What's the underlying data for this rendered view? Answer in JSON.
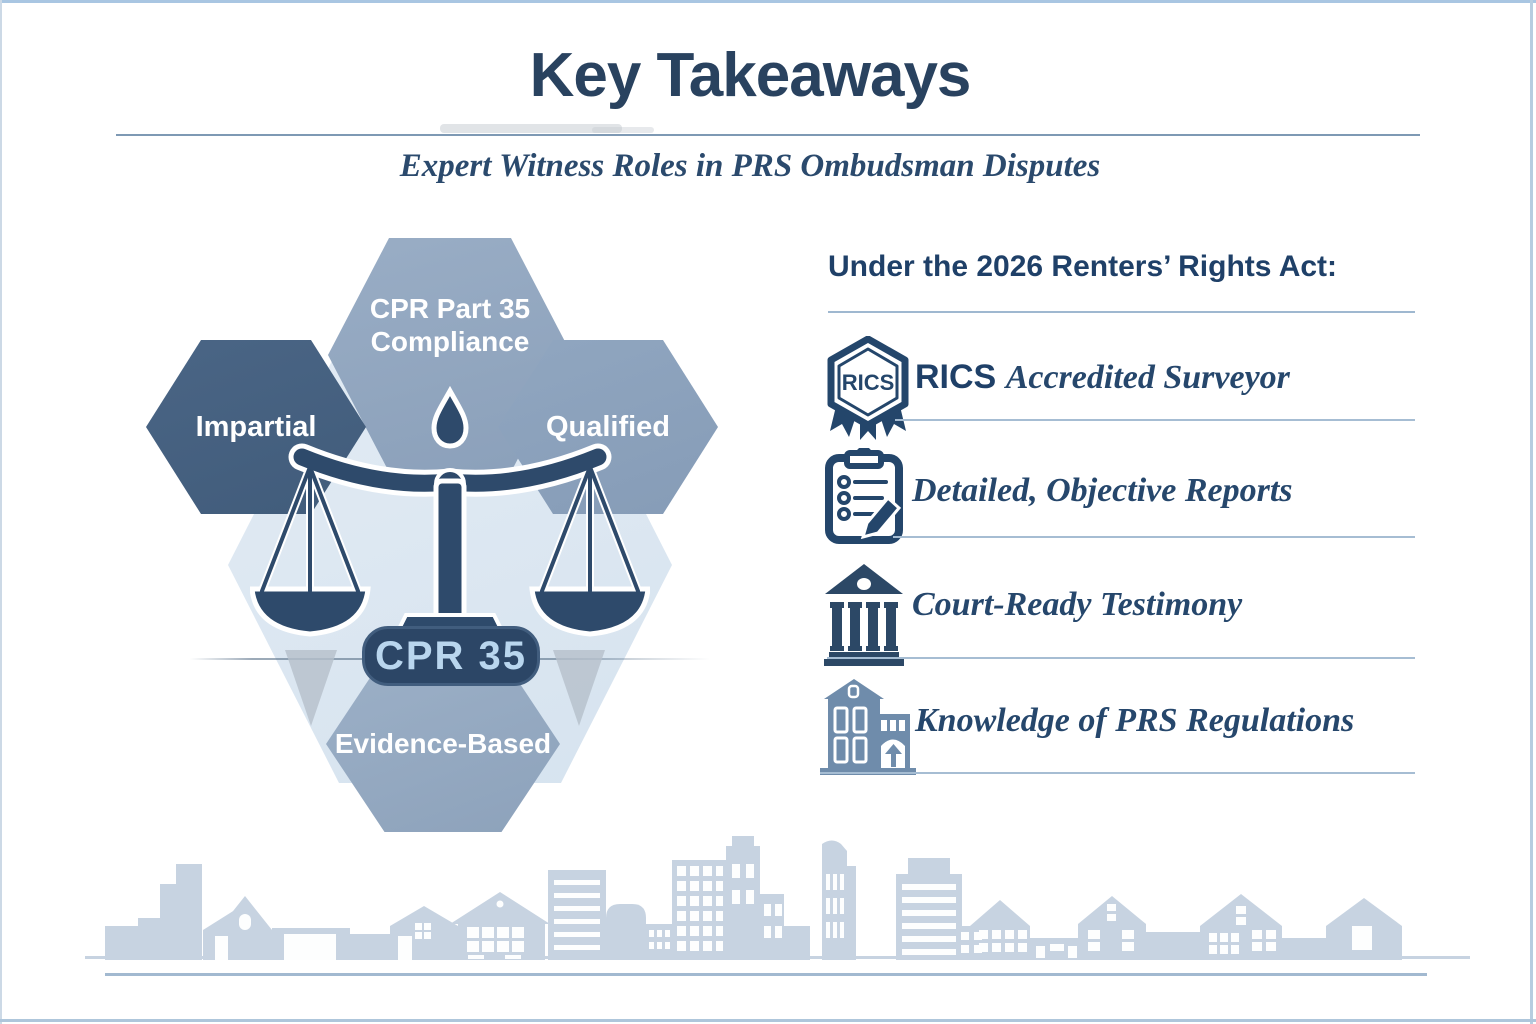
{
  "header": {
    "title": "Key Takeaways",
    "subtitle": "Expert Witness Roles in PRS Ombudsman Disputes"
  },
  "hex": {
    "top": {
      "line1": "CPR Part 35",
      "line2": "Compliance"
    },
    "left": {
      "label": "Impartial"
    },
    "right": {
      "label": "Qualified"
    },
    "bottom": {
      "label": "Evidence-Based"
    },
    "badge": {
      "label": "CPR 35"
    }
  },
  "panel": {
    "heading": "Under the 2026 Renters’ Rights Act:",
    "items": [
      {
        "icon": "rics-badge-icon",
        "icon_text": "RICS",
        "prefix": "RICS ",
        "text": "Accredited Surveyor"
      },
      {
        "icon": "clipboard-checklist-icon",
        "prefix": "",
        "text": "Detailed, Objective Reports"
      },
      {
        "icon": "courthouse-icon",
        "prefix": "",
        "text": "Court-Ready Testimony"
      },
      {
        "icon": "apartment-building-icon",
        "prefix": "",
        "text": "Knowledge of PRS Regulations"
      }
    ]
  },
  "colors": {
    "navy_text": "#24466b",
    "hex_dark": "#45607f",
    "hex_medium": "#8ca1bb",
    "hex_light_bg": "#dde8f2",
    "scales": "#2e4a6b",
    "badge_bg": "#2c4666",
    "badge_text": "#b9d6ee",
    "skyline": "#c7d3e1",
    "divider": "#a6bdd3"
  }
}
